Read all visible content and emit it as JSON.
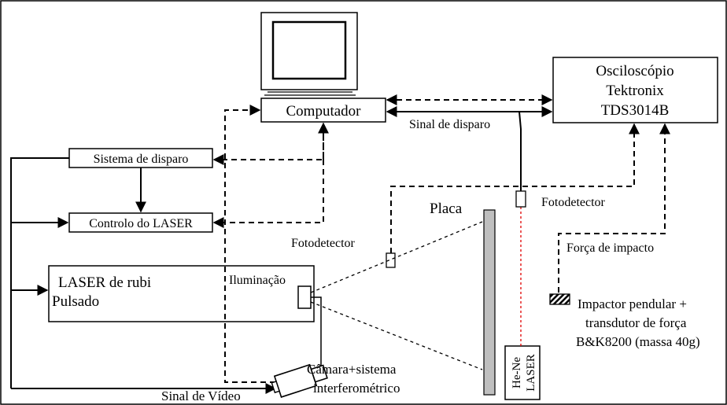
{
  "colors": {
    "line": "#000000",
    "plate_fill": "#bfbfbf",
    "laser_beam": "#e00000",
    "background": "#ffffff"
  },
  "blocks": {
    "computer": "Computador",
    "oscilloscope": [
      "Osciloscópio",
      "Tektronix",
      "TDS3014B"
    ],
    "trigger_system": "Sistema de disparo",
    "laser_control": "Controlo do LASER",
    "ruby_laser": [
      "LASER de rubi",
      "Pulsado"
    ],
    "illumination": "Iluminação",
    "hene_laser": [
      "He-Ne",
      "LASER"
    ]
  },
  "labels": {
    "trigger_signal": "Sinal de disparo",
    "photodetector_right": "Fotodetector",
    "photodetector_left": "Fotodetector",
    "plate": "Placa",
    "impact_force": "Força de impacto",
    "impactor": [
      "Impactor pendular +",
      "transdutor de força",
      "B&K8200 (massa 40g)"
    ],
    "camera": [
      "Câmara+sistema",
      "interferométrico"
    ],
    "video_signal": "Sinal de Vídeo"
  },
  "icons": {
    "monitor": "monitor-icon",
    "camera": "video-camera-icon",
    "impactor": "hatched-impactor-icon",
    "photodetector": "photodetector-icon"
  }
}
